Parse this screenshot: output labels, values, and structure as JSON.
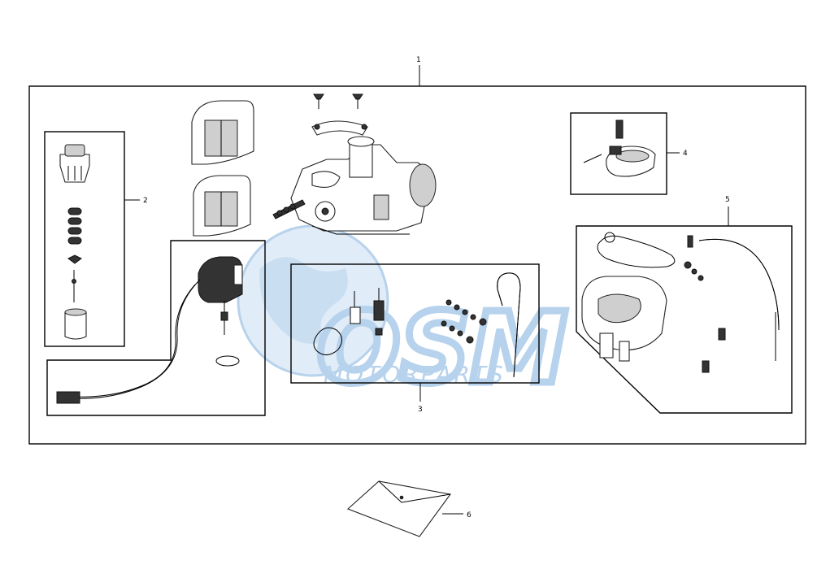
{
  "diagram": {
    "callouts": [
      {
        "id": "1",
        "label": "1"
      },
      {
        "id": "2",
        "label": "2"
      },
      {
        "id": "3",
        "label": "3"
      },
      {
        "id": "4",
        "label": "4"
      },
      {
        "id": "5",
        "label": "5"
      },
      {
        "id": "6",
        "label": "6"
      }
    ]
  },
  "watermark": {
    "logo_text": "OSM",
    "subtitle": "MOTORPARTS",
    "color": "#9fc3e6"
  }
}
